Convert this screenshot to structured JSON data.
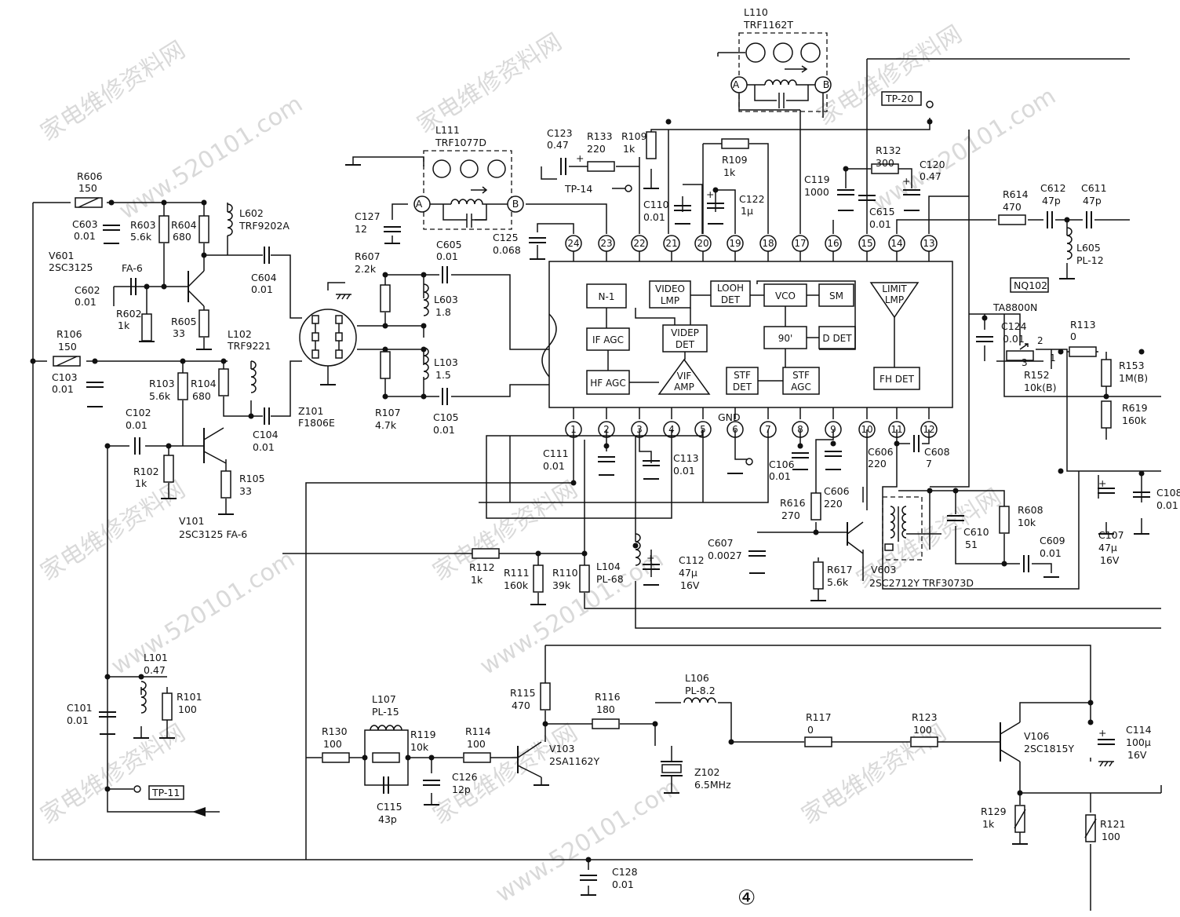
{
  "watermark": {
    "text_cn": "家电维修资料网",
    "text_url": "www.520101.com"
  },
  "page_marker": "④",
  "ic": {
    "ref": "NQ102",
    "part": "TA8800N",
    "blocks": {
      "n1": "N-1",
      "video_lmp": [
        "VIDEO",
        "LMP"
      ],
      "looh_det": [
        "LOOH",
        "DET"
      ],
      "vco": "VCO",
      "sm": "SM",
      "limit_lmp": [
        "LIMIT",
        "LMP"
      ],
      "if_agc": "IF AGC",
      "hf_agc": "HF AGC",
      "videp_det": [
        "VIDEP",
        "DET"
      ],
      "deg90": "90'",
      "d_det": "D DET",
      "vif_amp": [
        "VIF",
        "AMP"
      ],
      "stf_det": [
        "STF",
        "DET"
      ],
      "stf_agc": [
        "STF",
        "AGC"
      ],
      "fh_det": "FH DET",
      "gnd": "GND"
    },
    "pins_top": [
      "24",
      "23",
      "22",
      "21",
      "20",
      "19",
      "18",
      "17",
      "16",
      "15",
      "14",
      "13"
    ],
    "pins_bottom": [
      "1",
      "2",
      "3",
      "4",
      "5",
      "6",
      "7",
      "8",
      "9",
      "10",
      "11",
      "12"
    ]
  },
  "test_points": {
    "tp20": "TP-20",
    "tp14": "TP-14",
    "tp11": "TP-11"
  },
  "filters": {
    "l110": [
      "L110",
      "TRF1162T"
    ],
    "l111": [
      "L111",
      "TRF1077D"
    ],
    "pin_a": "A",
    "pin_b": "B",
    "z101": [
      "Z101",
      "F1806E"
    ],
    "z102": [
      "Z102",
      "6.5MHz"
    ]
  },
  "transistors": {
    "v601": [
      "V601",
      "2SC3125"
    ],
    "v601_note": "FA-6",
    "v101": [
      "V101",
      "2SC3125 FA-6"
    ],
    "v603": "V603",
    "v603_part": "2SC2712Y",
    "v103": [
      "V103",
      "2SA1162Y"
    ],
    "v106": [
      "V106",
      "2SC1815Y"
    ]
  },
  "components": {
    "r606": [
      "R606",
      "150"
    ],
    "c603": [
      "C603",
      "0.01"
    ],
    "r603": [
      "R603",
      "5.6k"
    ],
    "r604": [
      "R604",
      "680"
    ],
    "l602": [
      "L602",
      "TRF9202A"
    ],
    "c602": [
      "C602",
      "0.01"
    ],
    "r602": [
      "R602",
      "1k"
    ],
    "r605": [
      "R605",
      "33"
    ],
    "c604": [
      "C604",
      "0.01"
    ],
    "r106": [
      "R106",
      "150"
    ],
    "c103": [
      "C103",
      "0.01"
    ],
    "r103": [
      "R103",
      "5.6k"
    ],
    "r104": [
      "R104",
      "680"
    ],
    "l102": [
      "L102",
      "TRF9221"
    ],
    "c102": [
      "C102",
      "0.01"
    ],
    "c104": [
      "C104",
      "0.01"
    ],
    "r102": [
      "R102",
      "1k"
    ],
    "r105": [
      "R105",
      "33"
    ],
    "c127": [
      "C127",
      "12"
    ],
    "c125": [
      "C125",
      "0.068"
    ],
    "r607": [
      "R607",
      "2.2k"
    ],
    "c605": [
      "C605",
      "0.01"
    ],
    "l603": [
      "L603",
      "1.8"
    ],
    "l103": [
      "L103",
      "1.5"
    ],
    "r107": [
      "R107",
      "4.7k"
    ],
    "c105": [
      "C105",
      "0.01"
    ],
    "c123": [
      "C123",
      "0.47"
    ],
    "r133": [
      "R133",
      "220"
    ],
    "r109a": [
      "R109",
      "1k"
    ],
    "c110": [
      "C110",
      "0.01"
    ],
    "r109b": [
      "R109",
      "1k"
    ],
    "c122": [
      "C122",
      "1μ"
    ],
    "c119": [
      "C119",
      "1000"
    ],
    "r132": [
      "R132",
      "300"
    ],
    "c120": [
      "C120",
      "0.47"
    ],
    "c615": [
      "C615",
      "0.01"
    ],
    "r614": [
      "R614",
      "470"
    ],
    "c612": [
      "C612",
      "47p"
    ],
    "c611": [
      "C611",
      "47p"
    ],
    "l605": [
      "L605",
      "PL-12"
    ],
    "c124": [
      "C124",
      "0.01"
    ],
    "r113": [
      "R113",
      "0"
    ],
    "r152": [
      "R152",
      "10k(B)"
    ],
    "r153": [
      "R153",
      "1M(B)"
    ],
    "r619": [
      "R619",
      "160k"
    ],
    "c108": [
      "C108",
      "0.01"
    ],
    "c107": [
      "C107",
      "47μ",
      "16V"
    ],
    "c111": [
      "C111",
      "0.01"
    ],
    "c113": [
      "C113",
      "0.01"
    ],
    "c106": [
      "C106",
      "0.01"
    ],
    "c606a": [
      "C606",
      "220"
    ],
    "c608": [
      "C608",
      "7"
    ],
    "r616": [
      "R616",
      "270"
    ],
    "c606b": [
      "C606",
      "220"
    ],
    "c607": [
      "C607",
      "0.0027"
    ],
    "r617": [
      "R617",
      "5.6k"
    ],
    "c610": [
      "C610",
      "51"
    ],
    "r608": [
      "R608",
      "10k"
    ],
    "c609": [
      "C609",
      "0.01"
    ],
    "l604": "TRF3073D",
    "r112": [
      "R112",
      "1k"
    ],
    "r111": [
      "R111",
      "160k"
    ],
    "r110": [
      "R110",
      "39k"
    ],
    "l104": [
      "L104",
      "PL-68"
    ],
    "c112": [
      "C112",
      "47μ",
      "16V"
    ],
    "l101": [
      "L101",
      "0.47"
    ],
    "c101": [
      "C101",
      "0.01"
    ],
    "r101": [
      "R101",
      "100"
    ],
    "r130": [
      "R130",
      "100"
    ],
    "l107": [
      "L107",
      "PL-15"
    ],
    "r119": [
      "R119",
      "10k"
    ],
    "r114": [
      "R114",
      "100"
    ],
    "c126": [
      "C126",
      "12p"
    ],
    "c115": [
      "C115",
      "43p"
    ],
    "r115": [
      "R115",
      "470"
    ],
    "r116": [
      "R116",
      "180"
    ],
    "l106": [
      "L106",
      "PL-8.2"
    ],
    "r117": [
      "R117",
      "0"
    ],
    "r123": [
      "R123",
      "100"
    ],
    "c114": [
      "C114",
      "100μ",
      "16V"
    ],
    "r129": [
      "R129",
      "1k"
    ],
    "r121": [
      "R121",
      "100"
    ],
    "c128": [
      "C128",
      "0.01"
    ],
    "pot_pins": [
      "2",
      "1",
      "3"
    ]
  }
}
